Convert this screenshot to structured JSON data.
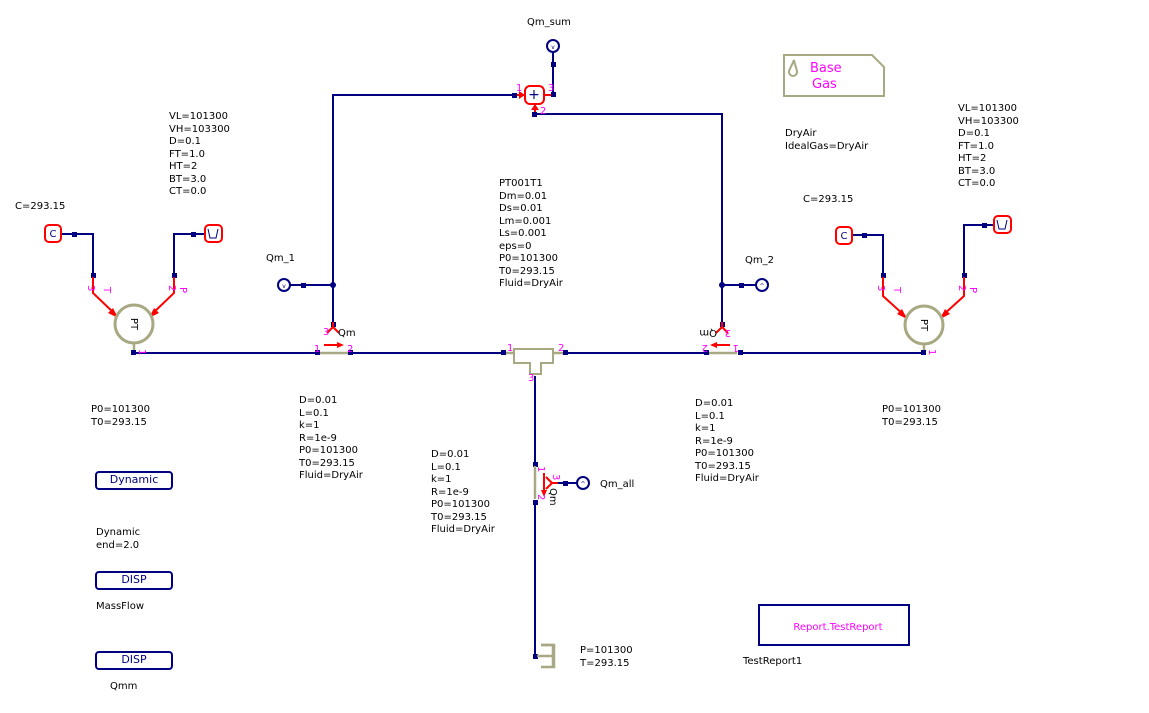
{
  "labels": {
    "qm_sum": "Qm_sum",
    "qm_1": "Qm_1",
    "qm_2": "Qm_2",
    "qm_all": "Qm_all",
    "qm": "Qm",
    "pt": "PT",
    "const_c": "C",
    "tank_sym": "\\/",
    "plus": "+",
    "pin_T": "T",
    "pin_P": "P"
  },
  "params": {
    "sensor_left": [
      "VL=101300",
      "VH=103300",
      "D=0.1",
      "FT=1.0",
      "HT=2",
      "BT=3.0",
      "CT=0.0"
    ],
    "sensor_right": [
      "VL=101300",
      "VH=103300",
      "D=0.1",
      "FT=1.0",
      "HT=2",
      "BT=3.0",
      "CT=0.0"
    ],
    "const_left": "C=293.15",
    "const_right": "C=293.15",
    "tee": [
      "PT001T1",
      "Dm=0.01",
      "Ds=0.01",
      "Lm=0.001",
      "Ls=0.001",
      "eps=0",
      "P0=101300",
      "T0=293.15",
      "Fluid=DryAir"
    ],
    "source_left": [
      "P0=101300",
      "T0=293.15"
    ],
    "source_right": [
      "P0=101300",
      "T0=293.15"
    ],
    "pipe_left": [
      "D=0.01",
      "L=0.1",
      "k=1",
      "R=1e-9",
      "P0=101300",
      "T0=293.15",
      "Fluid=DryAir"
    ],
    "pipe_right": [
      "D=0.01",
      "L=0.1",
      "k=1",
      "R=1e-9",
      "P0=101300",
      "T0=293.15",
      "Fluid=DryAir"
    ],
    "pipe_bottom": [
      "D=0.01",
      "L=0.1",
      "k=1",
      "R=1e-9",
      "P0=101300",
      "T0=293.15",
      "Fluid=DryAir"
    ],
    "sink": [
      "P=101300",
      "T=293.15"
    ],
    "base_gas": [
      "DryAir",
      "IdealGas=DryAir"
    ]
  },
  "base_gas_box": {
    "line1": "Base",
    "line2": "Gas"
  },
  "blocks": {
    "dynamic": {
      "label": "Dynamic",
      "caption": [
        "Dynamic",
        "end=2.0"
      ]
    },
    "disp1": {
      "label": "DISP",
      "caption": "MassFlow"
    },
    "disp2": {
      "label": "DISP",
      "caption": "Qmm"
    },
    "report": {
      "label": "Report.TestReport",
      "caption": "TestReport1"
    }
  },
  "colors": {
    "wire": "#000080",
    "signal": "#ff0000",
    "pin": "#ff00ff",
    "component": "#a8a882"
  }
}
